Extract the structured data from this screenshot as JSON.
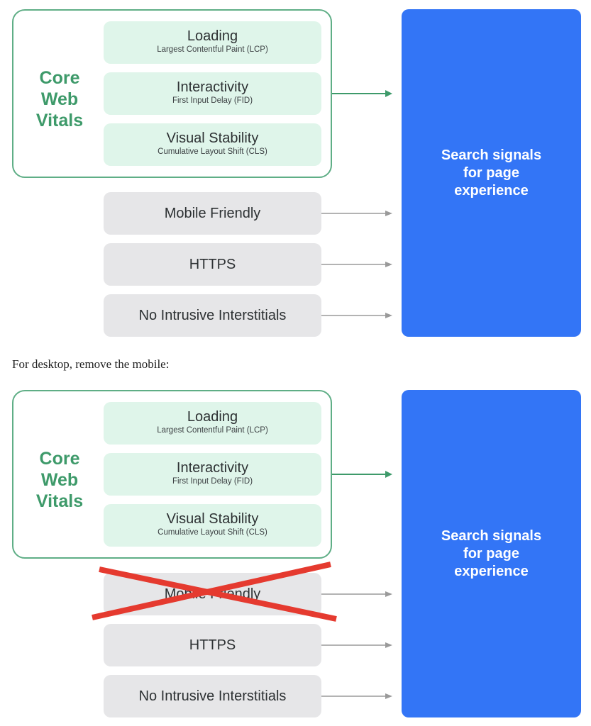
{
  "diagrams": [
    {
      "core_web_vitals": {
        "title": "Core\nWeb\nVitals"
      },
      "metrics": [
        {
          "title": "Loading",
          "subtitle": "Largest Contentful Paint (LCP)"
        },
        {
          "title": "Interactivity",
          "subtitle": "First Input Delay (FID)"
        },
        {
          "title": "Visual Stability",
          "subtitle": "Cumulative Layout Shift (CLS)"
        }
      ],
      "signals": [
        "Mobile Friendly",
        "HTTPS",
        "No Intrusive Interstitials"
      ],
      "result": "Search signals for page experience",
      "crossed_out": null
    },
    {
      "core_web_vitals": {
        "title": "Core\nWeb\nVitals"
      },
      "metrics": [
        {
          "title": "Loading",
          "subtitle": "Largest Contentful Paint (LCP)"
        },
        {
          "title": "Interactivity",
          "subtitle": "First Input Delay (FID)"
        },
        {
          "title": "Visual Stability",
          "subtitle": "Cumulative Layout Shift (CLS)"
        }
      ],
      "signals": [
        "Mobile Friendly",
        "HTTPS",
        "No Intrusive Interstitials"
      ],
      "result": "Search signals for page experience",
      "crossed_out": "Mobile Friendly"
    }
  ],
  "caption": "For desktop, remove the mobile:",
  "colors": {
    "green": "#3e9a6a",
    "green_fill": "#dff5ea",
    "gray_fill": "#e6e6e8",
    "blue": "#3375f6",
    "cross": "#e53a2f"
  }
}
